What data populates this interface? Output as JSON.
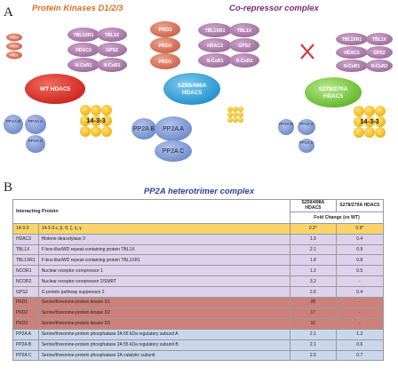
{
  "figure_a": {
    "panel_letter": "A",
    "title_left": "Protein Kinases D1/2/3",
    "title_right": "Co-repressor complex",
    "complex1": {
      "pkd_labels": [
        "PKD3",
        "PKD2",
        "PKD1"
      ],
      "corep_labels": [
        "TBL1XR1",
        "TBL1X",
        "HDAC3",
        "GPS2",
        "N-CoR1",
        "N-CoR2"
      ],
      "center_label": "WT HDAC5",
      "pp2a_labels": [
        "PP2A B",
        "PP2A A",
        "PP2A C"
      ],
      "adapter_label": "14-3-3"
    },
    "complex2": {
      "pkd_labels": [
        "PKD3",
        "PKD2",
        "PKD1"
      ],
      "corep_labels": [
        "TBL1XR1",
        "TBL1X",
        "HDAC3",
        "GPS2",
        "N-CoR1",
        "N-CoR2"
      ],
      "center_label_1": "S259/498A",
      "center_label_2": "HDAC5",
      "pp2a_labels": [
        "PP2A B",
        "PP2A A",
        "PP2A C"
      ]
    },
    "complex3": {
      "corep_labels": [
        "TBL1XR1",
        "TBL1X",
        "HDAC3",
        "GPS2",
        "N-CoR1",
        "N-CoR2"
      ],
      "center_label_1": "S278/279A",
      "center_label_2": "HDAC5",
      "pp2a_labels": [
        "PP2A B",
        "PP2A A",
        "PP2A C"
      ],
      "adapter_label": "14-3-3"
    },
    "colors": {
      "pkd": "#d8735c",
      "corep": "#b585b3",
      "pp2a": "#7f9bd6",
      "adapter": "#f7c21c",
      "wt_hdac5": "#e2332c",
      "s259_hdac5": "#33a3dc",
      "s278_hdac5": "#7ccd3a",
      "cross": "#d13a3a"
    }
  },
  "figure_b": {
    "panel_letter": "B",
    "title": "PP2A heterotrimer complex",
    "header": {
      "interacting_protein": "Interacting Protein",
      "col1": "S259/498A HDAC5",
      "col2": "S278/279A HDAC5",
      "fold_change": "Fold Change (vs WT)"
    },
    "rows": [
      {
        "id": "14-3-3",
        "name": "14-3-3 ε, β, θ, ζ, η, γ",
        "v1": "0.2*",
        "v2": "0.9*",
        "group": "yellow"
      },
      {
        "id": "HDAC3",
        "name": "Histone deacetylase 3",
        "v1": "1.9",
        "v2": "0.4",
        "group": "purple"
      },
      {
        "id": "TBL1X",
        "name": "F-box-like/WD repeat-containing protein TBL1X",
        "v1": "2.1",
        "v2": "0.9",
        "group": "purple"
      },
      {
        "id": "TBL1XR1",
        "name": "F-box-like/WD repeat-containing protein TBL1XR1",
        "v1": "1.8",
        "v2": "0.8",
        "group": "purple"
      },
      {
        "id": "NCOR1",
        "name": "Nuclear receptor corepressor 1",
        "v1": "1.2",
        "v2": "0.5",
        "group": "purple"
      },
      {
        "id": "NCOR2",
        "name": "Nuclear receptor corepressor 2/SMRT",
        "v1": "3.2",
        "v2": "-",
        "group": "purple"
      },
      {
        "id": "GPS2",
        "name": "G protein pathway suppressor 2",
        "v1": "2.6",
        "v2": "0.4",
        "group": "purple"
      },
      {
        "id": "PKD1",
        "name": "Serine/threonine-protein kinase D1",
        "v1": "28",
        "v2": "-",
        "group": "red"
      },
      {
        "id": "PKD2",
        "name": "Serine/threonine-protein kinase D2",
        "v1": "17",
        "v2": "-",
        "group": "red"
      },
      {
        "id": "PKD3",
        "name": "Serine/threonine-protein kinase D3",
        "v1": "10",
        "v2": "-",
        "group": "red"
      },
      {
        "id": "PP2A A",
        "name": "Serine/threonine-protein phosphatase 2A 65 kDa regulatory subunit A",
        "v1": "2.1",
        "v2": "1.3",
        "group": "blue"
      },
      {
        "id": "PP2A B",
        "name": "Serine/threonine-protein phosphatase 2A 55 kDa regulatory subunit B",
        "v1": "2.1",
        "v2": "0.6",
        "group": "blue"
      },
      {
        "id": "PP2A C",
        "name": "Serine/threonine-protein phosphatase 2A catalytic subunit",
        "v1": "2.5",
        "v2": "0.7",
        "group": "blue"
      }
    ]
  }
}
